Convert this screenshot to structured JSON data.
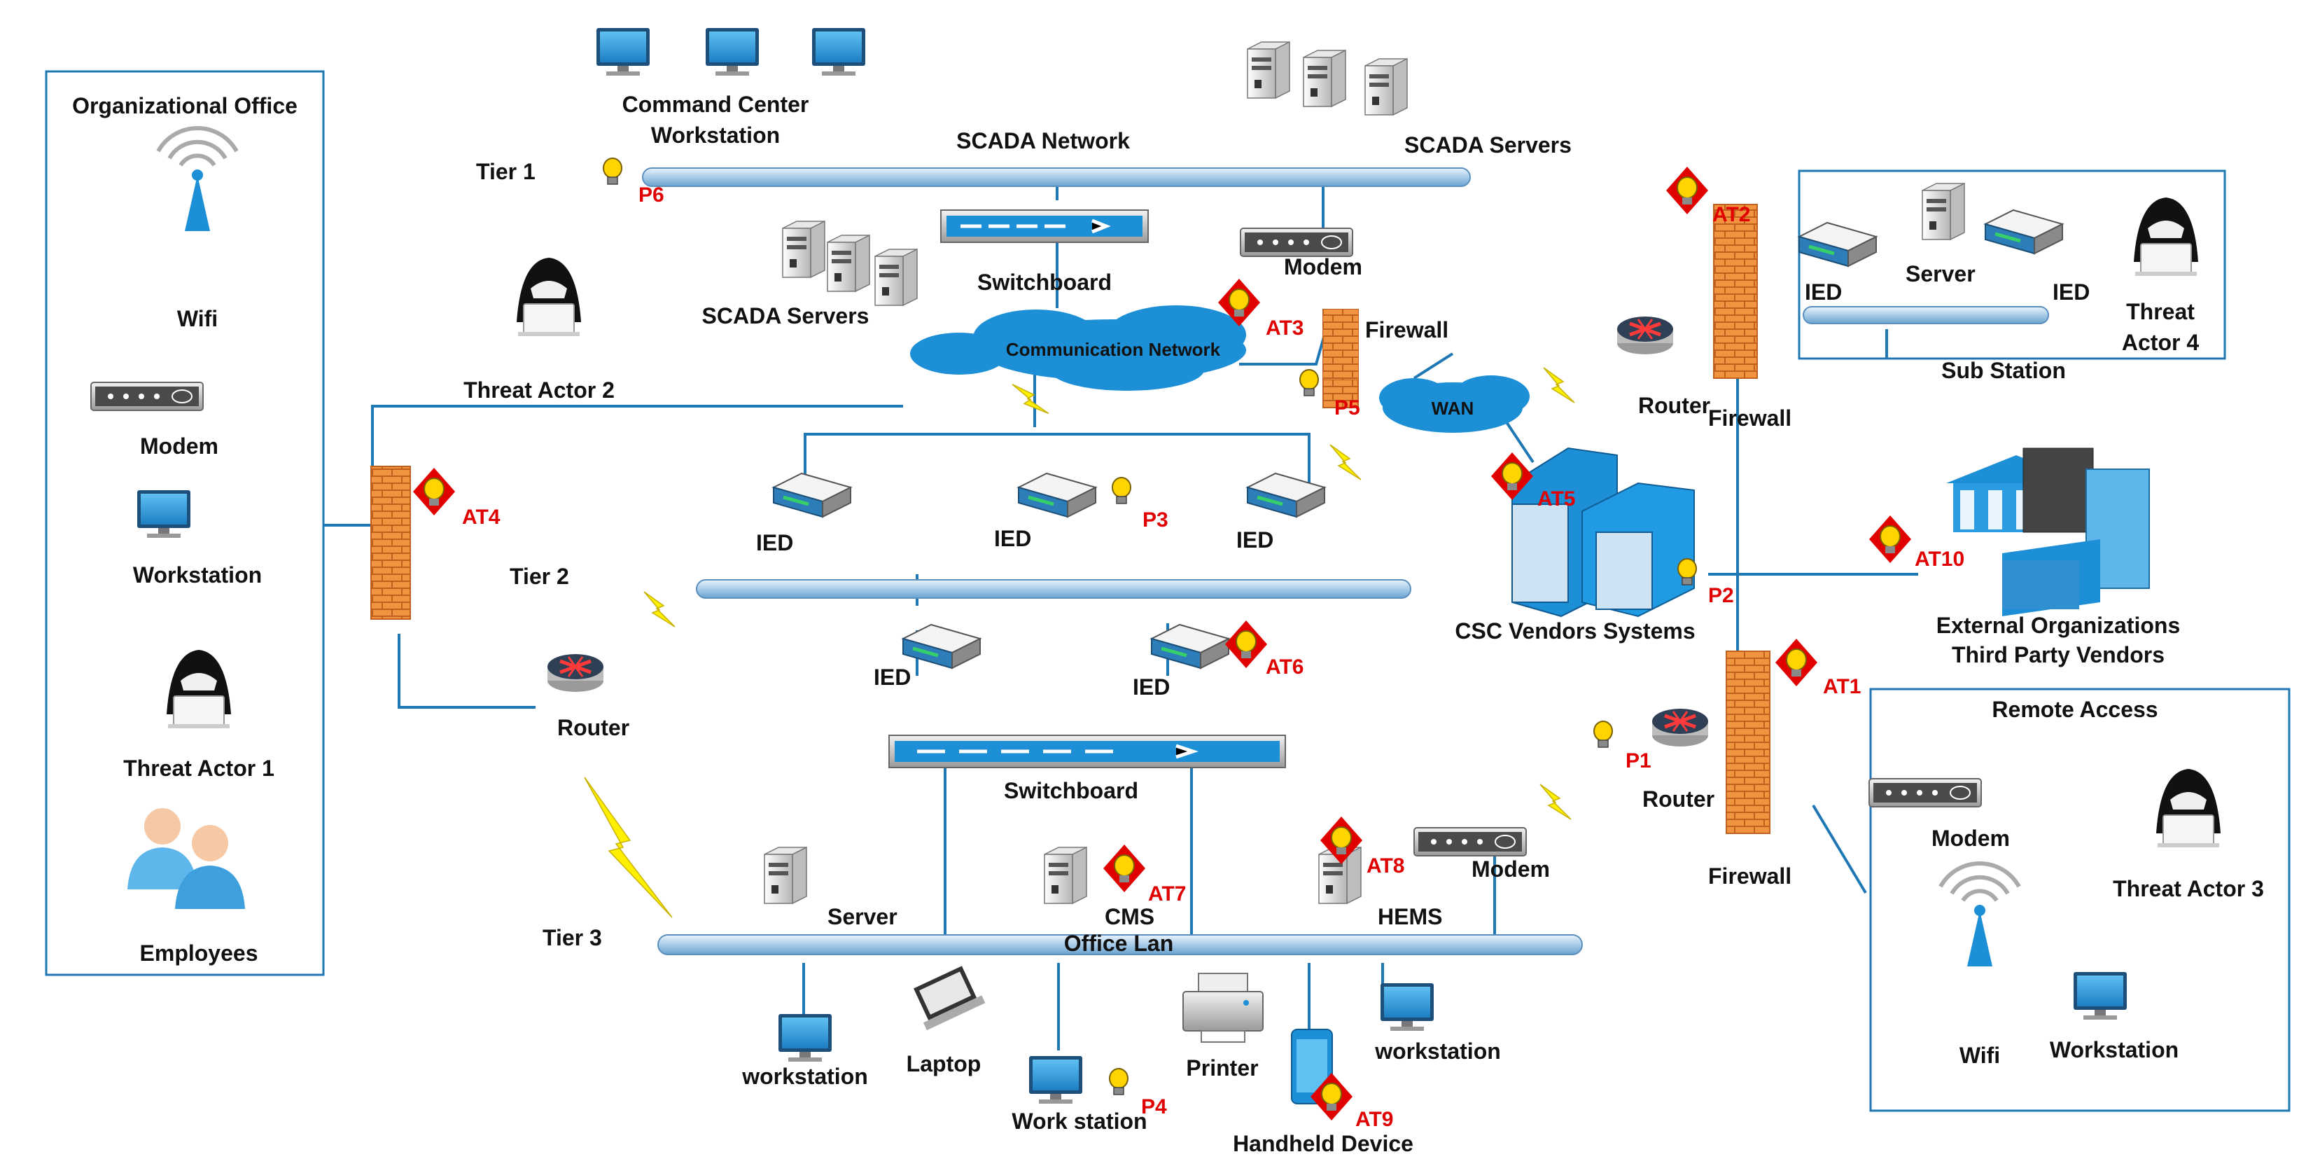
{
  "tiers": {
    "t1": "Tier 1",
    "t2": "Tier 2",
    "t3": "Tier 3"
  },
  "networks": {
    "scada": "SCADA Network",
    "comm": "Communication Network",
    "wan": "WAN",
    "office_lan": "Office Lan"
  },
  "org_office": {
    "title": "Organizational Office",
    "wifi": "Wifi",
    "modem": "Modem",
    "workstation": "Workstation",
    "threat_actor": "Threat Actor 1",
    "employees": "Employees"
  },
  "remote_access": {
    "title": "Remote Access",
    "modem": "Modem",
    "threat_actor": "Threat Actor 3",
    "wifi": "Wifi",
    "workstation": "Workstation"
  },
  "substation": {
    "title": "Sub Station",
    "ied1": "IED",
    "server": "Server",
    "ied2": "IED",
    "threat_actor_l1": "Threat",
    "threat_actor_l2": "Actor 4"
  },
  "tier1": {
    "ccw_l1": "Command Center",
    "ccw_l2": "Workstation",
    "scada_servers_top": "SCADA Servers",
    "switchboard": "Switchboard",
    "scada_servers_mid": "SCADA Servers",
    "modem": "Modem",
    "firewall": "Firewall",
    "threat_actor2": "Threat Actor 2",
    "router": "Router",
    "firewall_right": "Firewall"
  },
  "tier2": {
    "ied_a": "IED",
    "ied_b": "IED",
    "ied_c": "IED",
    "csc": "CSC Vendors Systems",
    "ext_l1": "External Organizations",
    "ext_l2": "Third Party Vendors",
    "router": "Router",
    "ied_d": "IED",
    "ied_e": "IED",
    "switchboard": "Switchboard"
  },
  "tier3": {
    "server": "Server",
    "cms": "CMS",
    "hems": "HEMS",
    "modem": "Modem",
    "router": "Router",
    "firewall": "Firewall",
    "workstation_a": "workstation",
    "laptop": "Laptop",
    "work_station": "Work station",
    "printer": "Printer",
    "handheld": "Handheld Device",
    "workstation_b": "workstation"
  },
  "attack_tags": {
    "at1": "AT1",
    "at2": "AT2",
    "at3": "AT3",
    "at4": "AT4",
    "at5": "AT5",
    "at6": "AT6",
    "at7": "AT7",
    "at8": "AT8",
    "at9": "AT9",
    "at10": "AT10"
  },
  "point_tags": {
    "p1": "P1",
    "p2": "P2",
    "p3": "P3",
    "p4": "P4",
    "p5": "P5",
    "p6": "P6"
  },
  "colors": {
    "wire": "#1f77b4",
    "bus": "#a8cbe8",
    "cloud": "#1c8fd6",
    "firewall": "#f08a3c",
    "alert_red": "#e00000",
    "bulb": "#ffd400"
  },
  "icons": {
    "attack_marker": "red-warning-diamond-with-bulb-icon",
    "point_marker": "lightbulb-icon",
    "threat_actor": "hooded-hacker-icon",
    "firewall": "brick-firewall-icon",
    "router": "router-icon"
  }
}
